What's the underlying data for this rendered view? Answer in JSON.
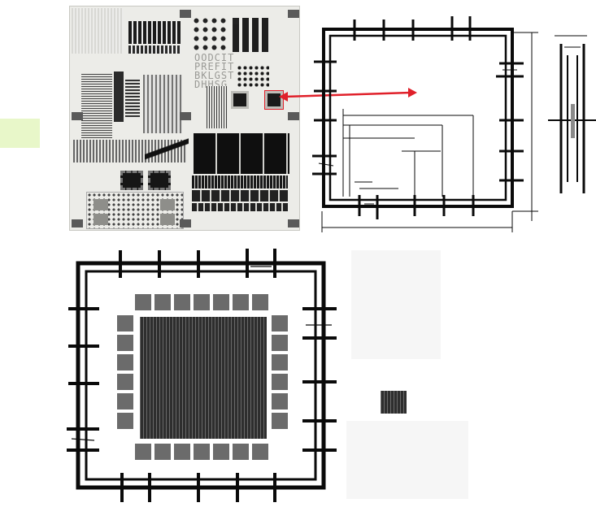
{
  "figure": {
    "photo_text_lines": [
      "OODCIT",
      "PREFIT",
      "BKLGST",
      "DHHSG"
    ],
    "colors": {
      "tile_marker": "#e8f7c9",
      "arrow": "#e0202a",
      "metal": "#0a0a0a",
      "photo_bg": "#ecece8",
      "pad_gray": "#6b6b6b",
      "array_dark": "#3a3a3a"
    }
  }
}
